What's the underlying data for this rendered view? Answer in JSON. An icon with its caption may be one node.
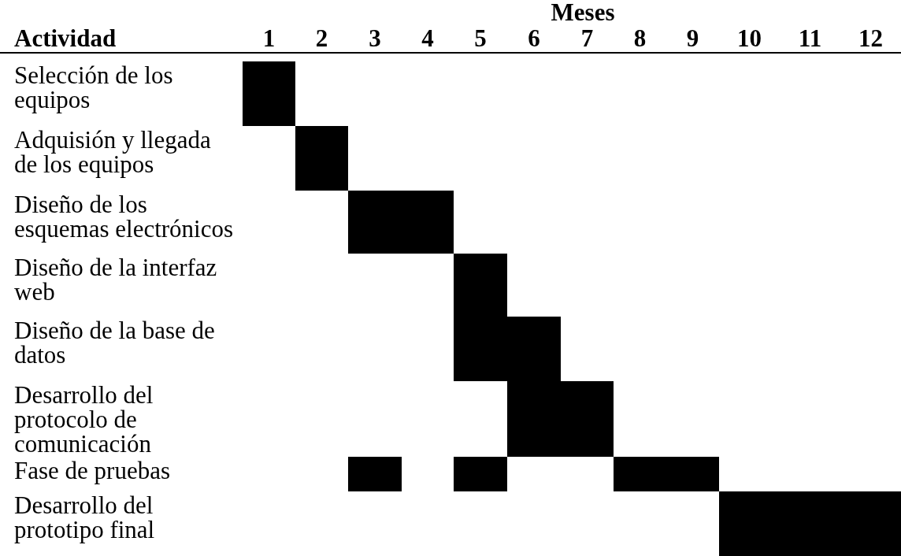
{
  "diagram": {
    "nodes": [
      {
        "text": [],
        "shape": "bar"
      },
      {
        "text": [],
        "shape": "bar"
      },
      {
        "text": [],
        "shape": "bar"
      },
      {
        "text": [],
        "shape": "bar"
      },
      {
        "text": [],
        "shape": "bar"
      },
      {
        "text": [],
        "shape": "bar"
      },
      {
        "text": [],
        "shape": "bar"
      },
      {
        "text": [],
        "shape": "bar"
      },
      {
        "text": [],
        "shape": "bar"
      },
      {
        "text": [],
        "shape": "bar"
      }
    ],
    "labels": [
      "Meses",
      "Actividad",
      "1",
      "2",
      "3",
      "4",
      "5",
      "6",
      "7",
      "8",
      "9",
      "10",
      "11",
      "12",
      "Selección de los equipos",
      "Adquisión y llegada de los equipos",
      "Diseño de los esquemas electrónicos",
      "Diseño de la interfaz web",
      "Diseño de la base de datos",
      "Desarrollo del protocolo de comunicación",
      "Fase de pruebas",
      "Desarrollo del prototipo final"
    ]
  }
}
